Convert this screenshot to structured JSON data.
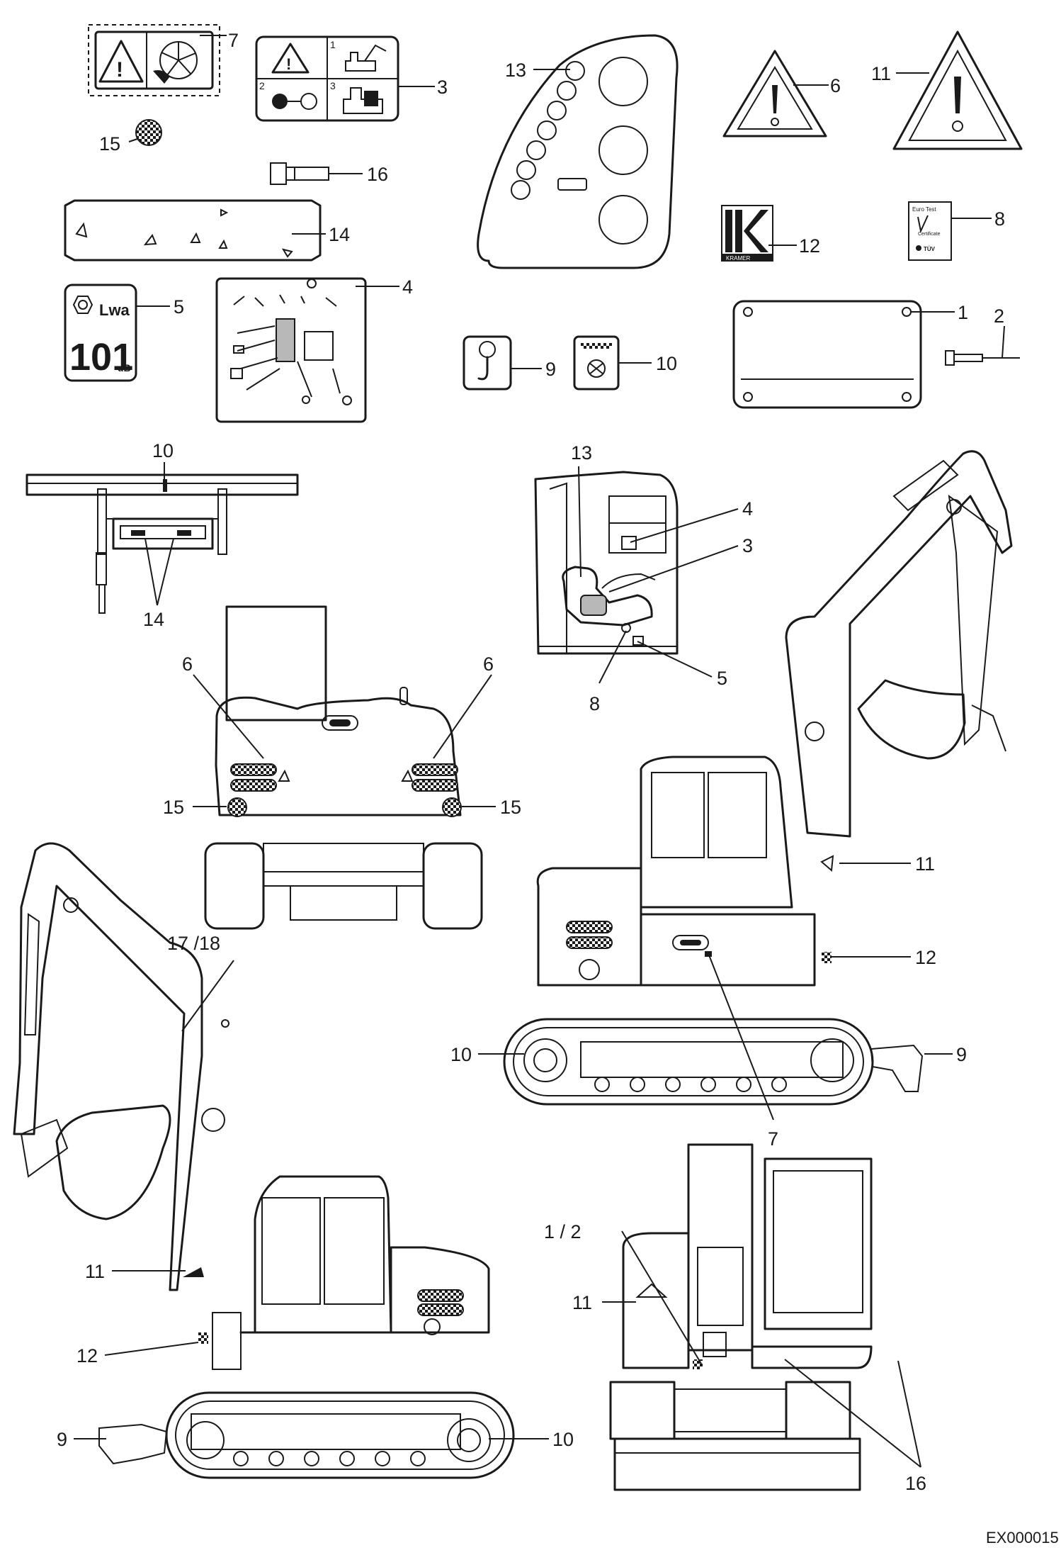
{
  "labels": {
    "l7": "7",
    "l3": "3",
    "l13": "13",
    "l6": "6",
    "l11": "11",
    "l15": "15",
    "l16": "16",
    "l14": "14",
    "l12": "12",
    "l8": "8",
    "l5": "5",
    "l4": "4",
    "l1": "1",
    "l2": "2",
    "l9": "9",
    "l10": "10"
  },
  "decal_text": {
    "noise_value": "101",
    "noise_unit": "dB",
    "noise_symbol": "Lwa",
    "cert_line1": "Euro Test",
    "cert_line2": "Certificate",
    "cert_line3": "TÜV",
    "panel3_n1": "1",
    "panel3_n2": "2",
    "panel3_n3": "3",
    "brand_strip": "KRAMER"
  },
  "views": {
    "top_frame": {
      "c10": "10",
      "c14": "14"
    },
    "rear_view": {
      "c6a": "6",
      "c6b": "6",
      "c15a": "15",
      "c15b": "15"
    },
    "cab_view": {
      "c13": "13",
      "c4": "4",
      "c3": "3",
      "c5": "5",
      "c8": "8"
    },
    "right_side": {
      "c11": "11",
      "c12": "12",
      "c10": "10",
      "c9": "9",
      "c7": "7"
    },
    "left_side": {
      "c1718": "17 /18",
      "c11": "11",
      "c12": "12",
      "c9": "9",
      "c10": "10"
    },
    "front_view": {
      "c12": "1  /  2",
      "c11": "11",
      "c16": "16"
    }
  },
  "figure_code": "EX000015"
}
